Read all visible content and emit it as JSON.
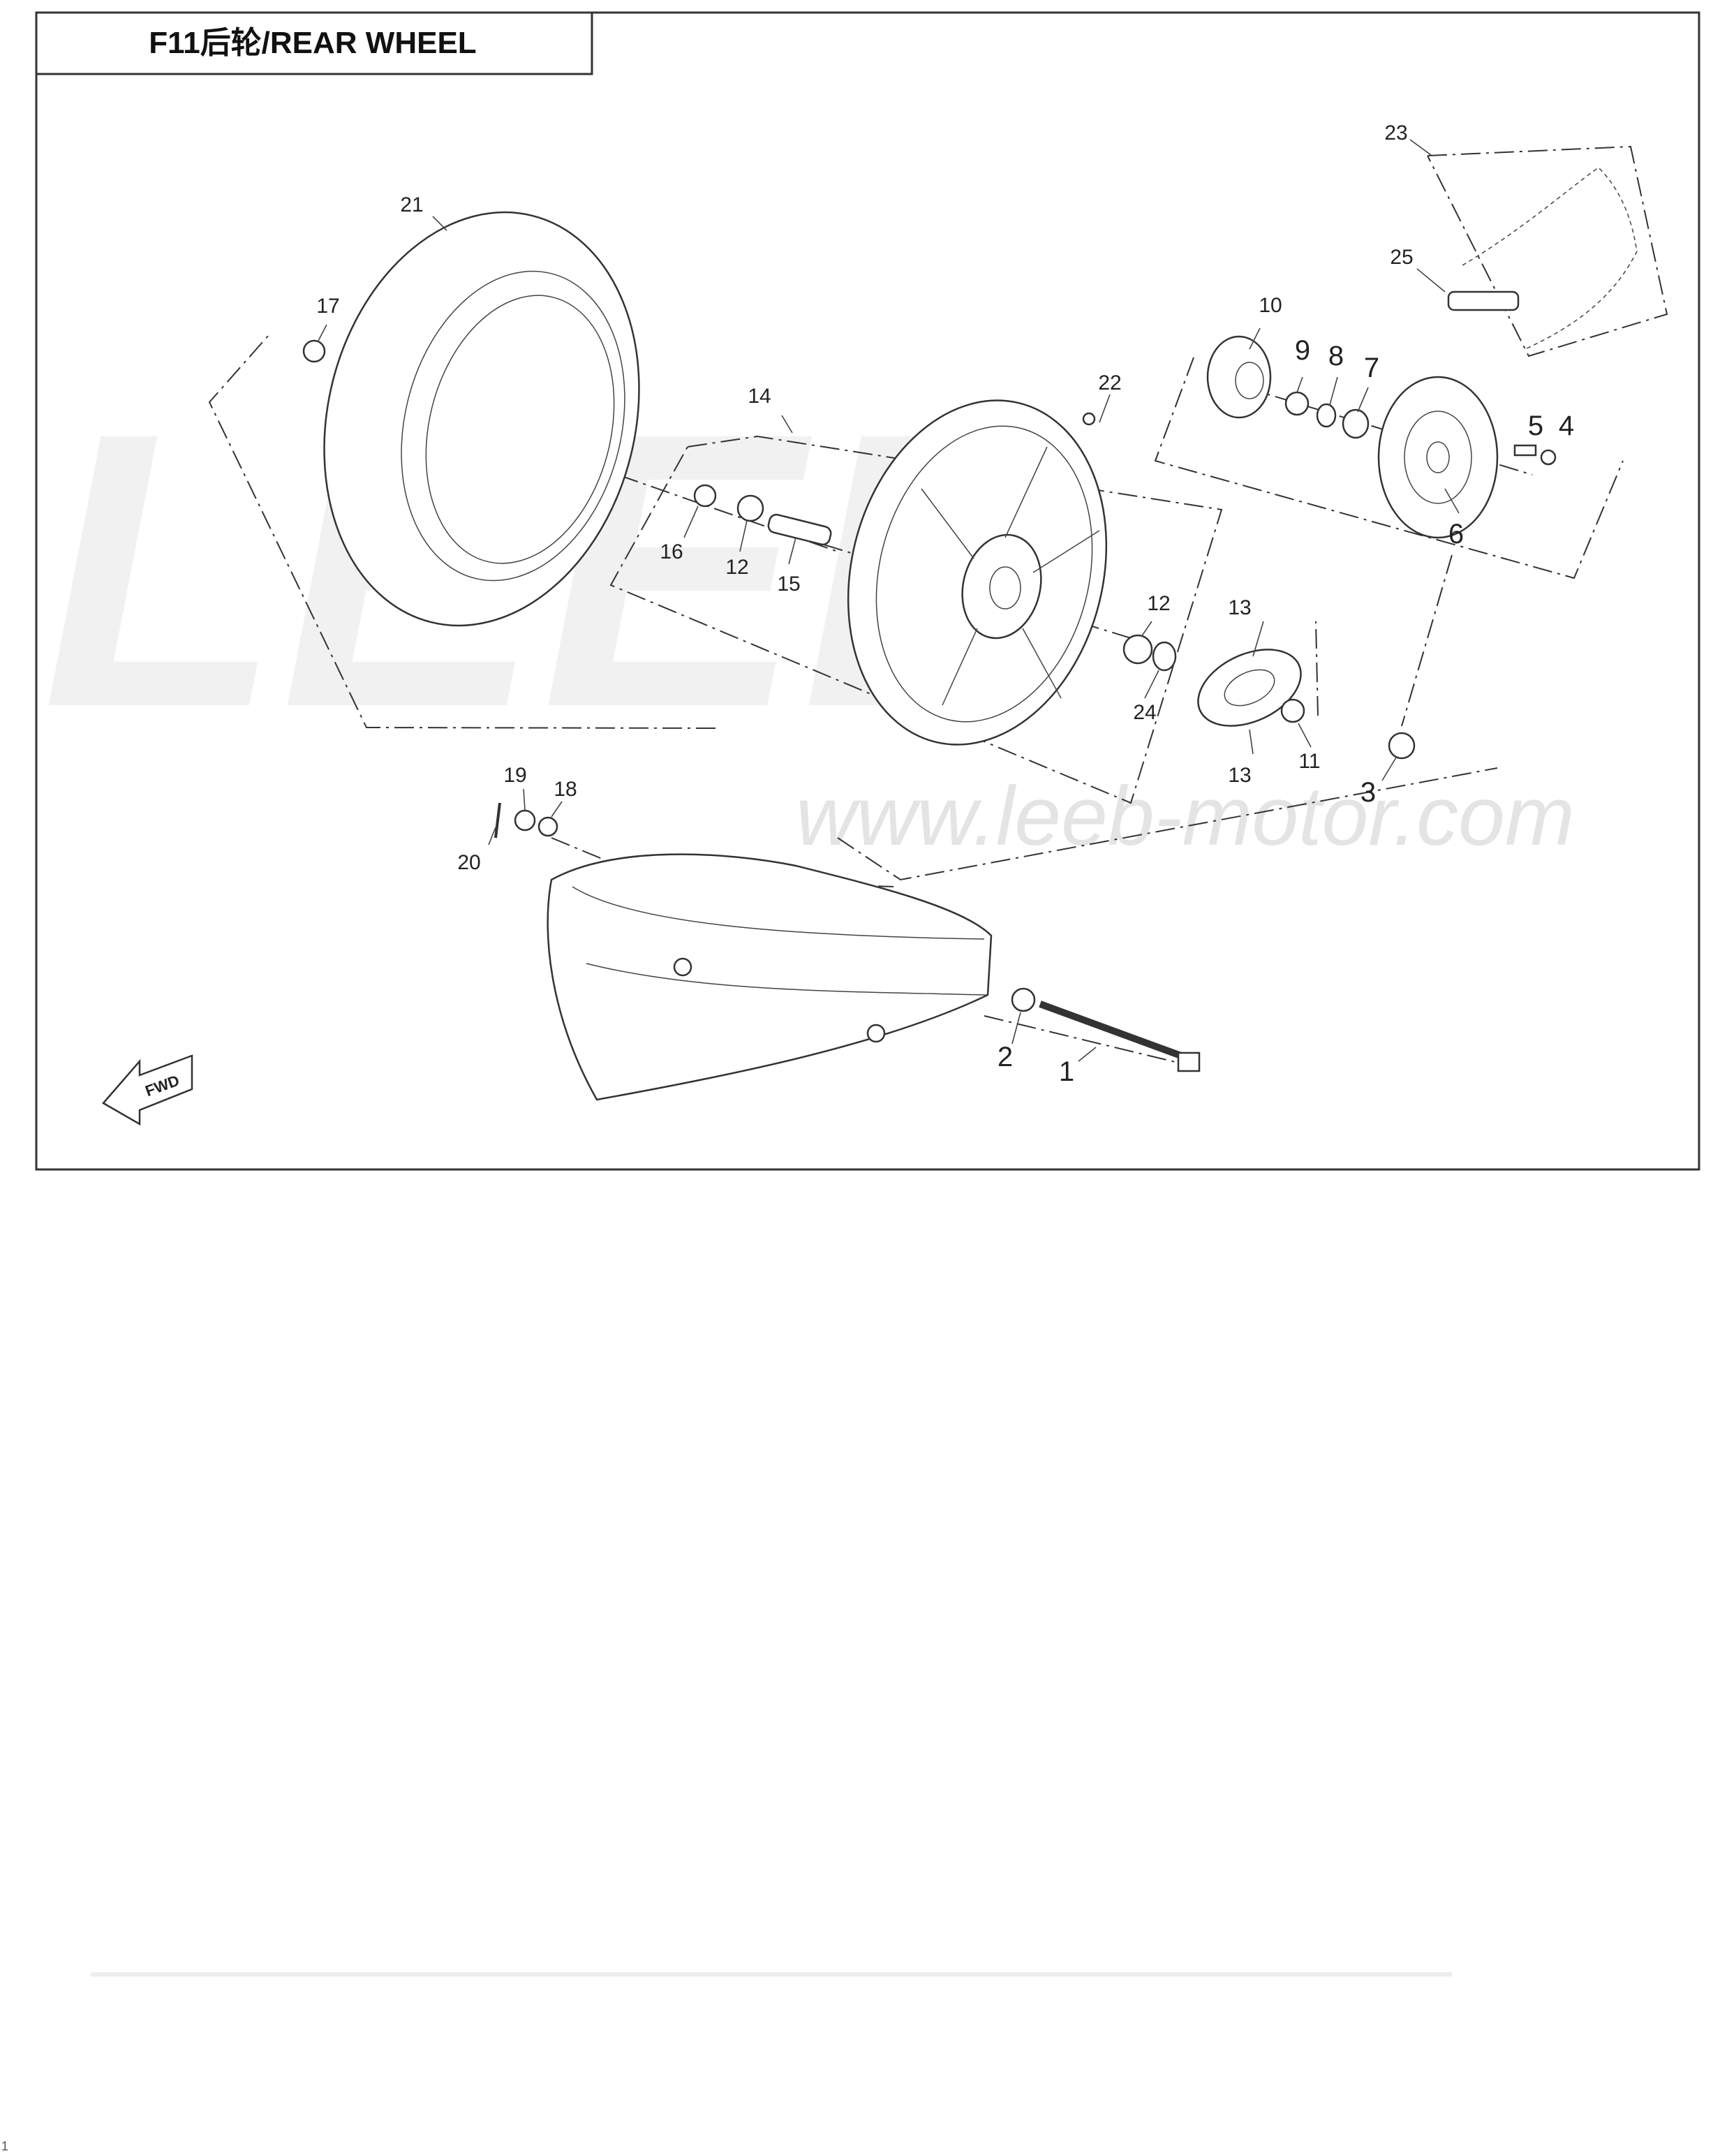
{
  "diagram": {
    "title": "F11后轮/REAR WHEEL",
    "watermark_logo": "LEEB",
    "watermark_url": "www.leeb-motor.com",
    "direction_label": "FWD",
    "page_marker": "1",
    "callouts": [
      {
        "id": "c1",
        "label": "1"
      },
      {
        "id": "c2",
        "label": "2"
      },
      {
        "id": "c3",
        "label": "3"
      },
      {
        "id": "c4",
        "label": "4"
      },
      {
        "id": "c5",
        "label": "5"
      },
      {
        "id": "c6",
        "label": "6"
      },
      {
        "id": "c7",
        "label": "7"
      },
      {
        "id": "c8",
        "label": "8"
      },
      {
        "id": "c9",
        "label": "9"
      },
      {
        "id": "c10",
        "label": "10"
      },
      {
        "id": "c11",
        "label": "11"
      },
      {
        "id": "c12a",
        "label": "12"
      },
      {
        "id": "c12b",
        "label": "12"
      },
      {
        "id": "c13a",
        "label": "13"
      },
      {
        "id": "c13b",
        "label": "13"
      },
      {
        "id": "c14",
        "label": "14"
      },
      {
        "id": "c15",
        "label": "15"
      },
      {
        "id": "c16",
        "label": "16"
      },
      {
        "id": "c17",
        "label": "17"
      },
      {
        "id": "c18",
        "label": "18"
      },
      {
        "id": "c19",
        "label": "19"
      },
      {
        "id": "c20",
        "label": "20"
      },
      {
        "id": "c21",
        "label": "21"
      },
      {
        "id": "c22",
        "label": "22"
      },
      {
        "id": "c23",
        "label": "23"
      },
      {
        "id": "c24",
        "label": "24"
      },
      {
        "id": "c25",
        "label": "25"
      }
    ]
  }
}
